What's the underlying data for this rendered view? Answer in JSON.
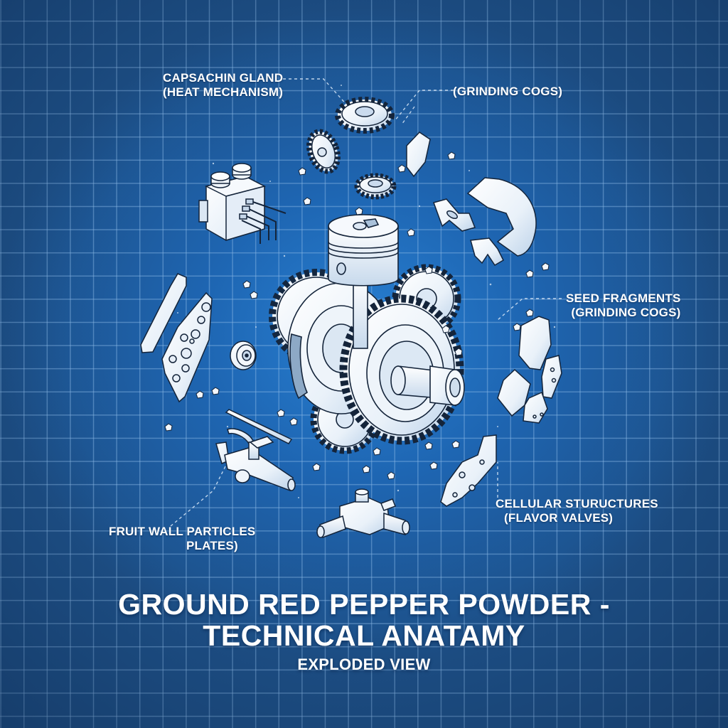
{
  "diagram": {
    "type": "exploded-view blueprint illustration",
    "colors": {
      "background": "#1d4f86",
      "background_center": "#2a86d6",
      "grid_lines": "#8cb9e6",
      "part_fill": "#f2f6fb",
      "part_shade": "#c9dbee",
      "outline": "#14243a",
      "text": "#ffffff"
    },
    "labels": [
      {
        "id": "capsaicin-gland",
        "line1": "CAPSACHIN GLAND",
        "line2": "(HEAT MECHANISM)"
      },
      {
        "id": "grinding-cogs",
        "line1": "(GRINDING COGS)"
      },
      {
        "id": "seed-fragments",
        "line1": "SEED FRAGMENTS",
        "line2": "(GRINDING COGS)"
      },
      {
        "id": "cellular-structures",
        "line1": "CELLULAR STURUCTURES",
        "line2": "(FLAVOR VALVES)"
      },
      {
        "id": "fruit-wall-particles",
        "line1": "FRUIT WALL PARTICLES",
        "line2": "PLATES)"
      }
    ],
    "title": {
      "line1": "GROUND RED PEPPER POWDER -",
      "line2": "TECHNICAL ANATAMY",
      "subtitle": "EXPLODED VIEW"
    },
    "parts": [
      "piston",
      "gear-assembly",
      "drive-shaft",
      "small-gear-top",
      "small-gear-left",
      "small-gear-mid",
      "capsaicin-gland-block",
      "bearing",
      "wrench-fragment",
      "seed-fragments",
      "valve-pipe",
      "t-valve",
      "cellular-plate",
      "bar-fragment",
      "perforated-plate",
      "particles"
    ]
  }
}
